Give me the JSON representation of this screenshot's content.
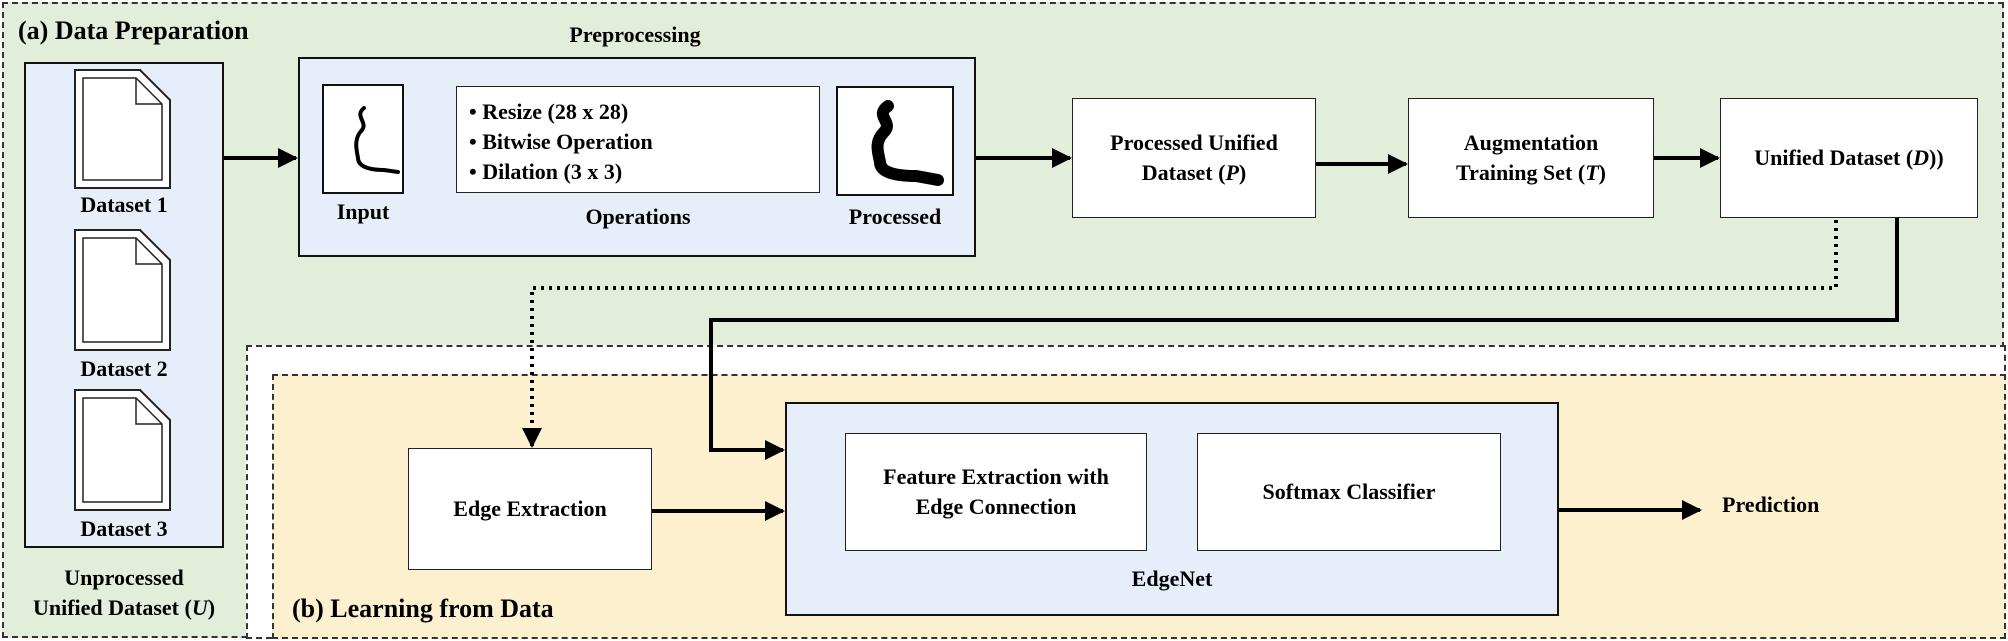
{
  "panel_a": {
    "title": "(a) Data Preparation",
    "datasets": [
      "Dataset 1",
      "Dataset 2",
      "Dataset 3"
    ],
    "unprocessed_label": [
      "Unprocessed",
      "Unified Dataset (",
      "U",
      ")"
    ]
  },
  "preprocessing": {
    "title": "Preprocessing",
    "input_label": "Input",
    "operations_label": "Operations",
    "processed_label": "Processed",
    "operations": [
      "Resize (28 x 28)",
      "Bitwise Operation",
      "Dilation (3 x 3)"
    ]
  },
  "processed_unified": {
    "line1": "Processed Unified",
    "line2_pre": "Dataset (",
    "var": "P",
    "line2_post": ")"
  },
  "augmentation": {
    "line1": "Augmentation",
    "line2_pre": "Training Set (",
    "var": "T",
    "line2_post": ")"
  },
  "unified": {
    "pre": "Unified Dataset (",
    "var": "D",
    "post": "))"
  },
  "panel_b": {
    "title": "(b) Learning from Data",
    "edge_extraction": "Edge Extraction",
    "edgenet_label": "EdgeNet",
    "feature_extraction": [
      "Feature Extraction with",
      "Edge Connection"
    ],
    "softmax": "Softmax Classifier",
    "prediction": "Prediction"
  }
}
